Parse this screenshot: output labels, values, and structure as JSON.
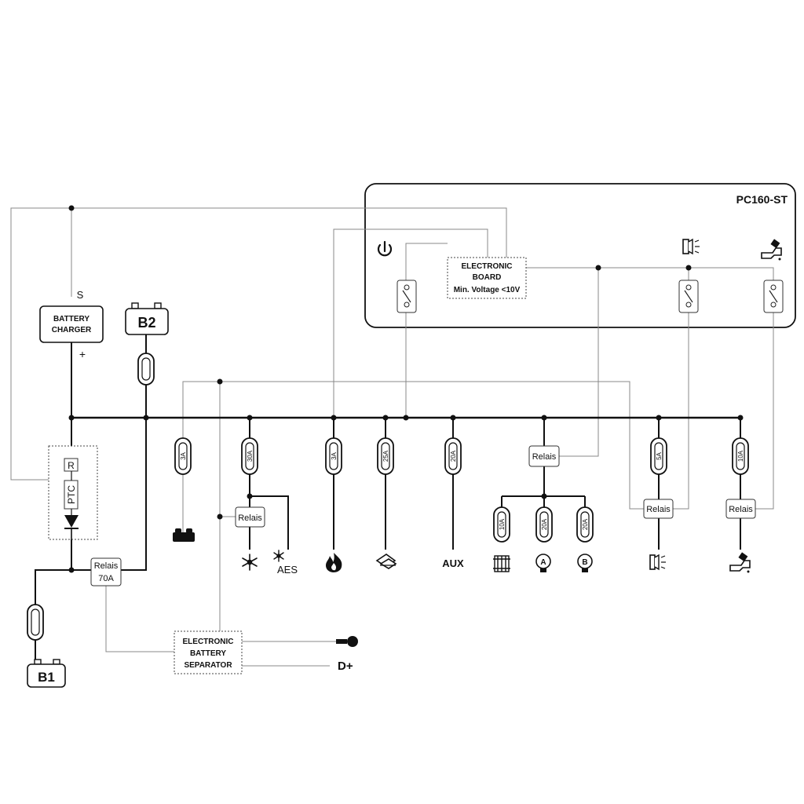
{
  "panel": {
    "model": "PC160-ST"
  },
  "electronic_board": {
    "line1": "ELECTRONIC",
    "line2": "BOARD",
    "line3": "Min. Voltage <10V"
  },
  "battery_charger": {
    "line1": "BATTERY",
    "line2": "CHARGER",
    "s_label": "S",
    "plus_label": "+"
  },
  "batteries": {
    "b1": "B1",
    "b2": "B2"
  },
  "ptc_block": {
    "r_label": "R",
    "ptc_label": "PTC"
  },
  "relay_70a": {
    "line1": "Relais",
    "line2": "70A"
  },
  "battery_separator": {
    "line1": "ELECTRONIC",
    "line2": "BATTERY",
    "line3": "SEPARATOR"
  },
  "separator_outputs": {
    "d_plus": "D+"
  },
  "relay_label": "Relais",
  "fuses": {
    "step": "3A",
    "fridge": "30A",
    "heater": "3A",
    "water_pump": "25A",
    "aux": "20A",
    "heating": "10A",
    "light_a": "20A",
    "light_b": "20A",
    "exterior_light": "5A",
    "pump": "10A"
  },
  "loads": {
    "aes": "AES",
    "aux": "AUX",
    "a": "A",
    "b": "B"
  },
  "icons": {
    "power": "power-icon",
    "exterior_light": "exterior-light-icon",
    "water_tap": "water-tap-icon",
    "step": "step-icon",
    "fridge": "snowflake-icon",
    "heater": "flame-icon",
    "water_pump": "water-pump-icon",
    "heating": "radiator-icon",
    "light": "bulb-icon",
    "ignition_key": "key-icon"
  }
}
